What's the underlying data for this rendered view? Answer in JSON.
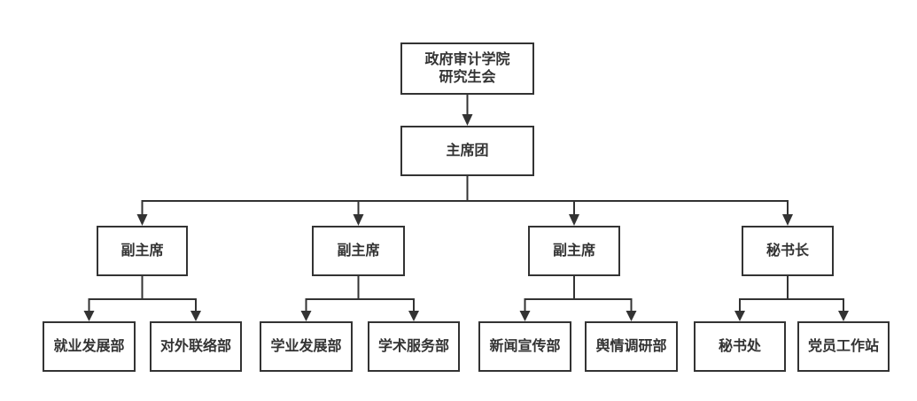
{
  "chart": {
    "type": "org-chart",
    "root": {
      "label": "政府审计学院\n研究生会"
    },
    "level2": {
      "label": "主席团"
    },
    "branches": [
      {
        "label": "副主席",
        "children": [
          {
            "label": "就业发展部"
          },
          {
            "label": "对外联络部"
          }
        ]
      },
      {
        "label": "副主席",
        "children": [
          {
            "label": "学业发展部"
          },
          {
            "label": "学术服务部"
          }
        ]
      },
      {
        "label": "副主席",
        "children": [
          {
            "label": "新闻宣传部"
          },
          {
            "label": "舆情调研部"
          }
        ]
      },
      {
        "label": "秘书长",
        "children": [
          {
            "label": "秘书处"
          },
          {
            "label": "党员工作站"
          }
        ]
      }
    ],
    "colors": {
      "line": "#333333",
      "box_border": "#333333",
      "text": "#333333",
      "background": "#ffffff"
    }
  }
}
